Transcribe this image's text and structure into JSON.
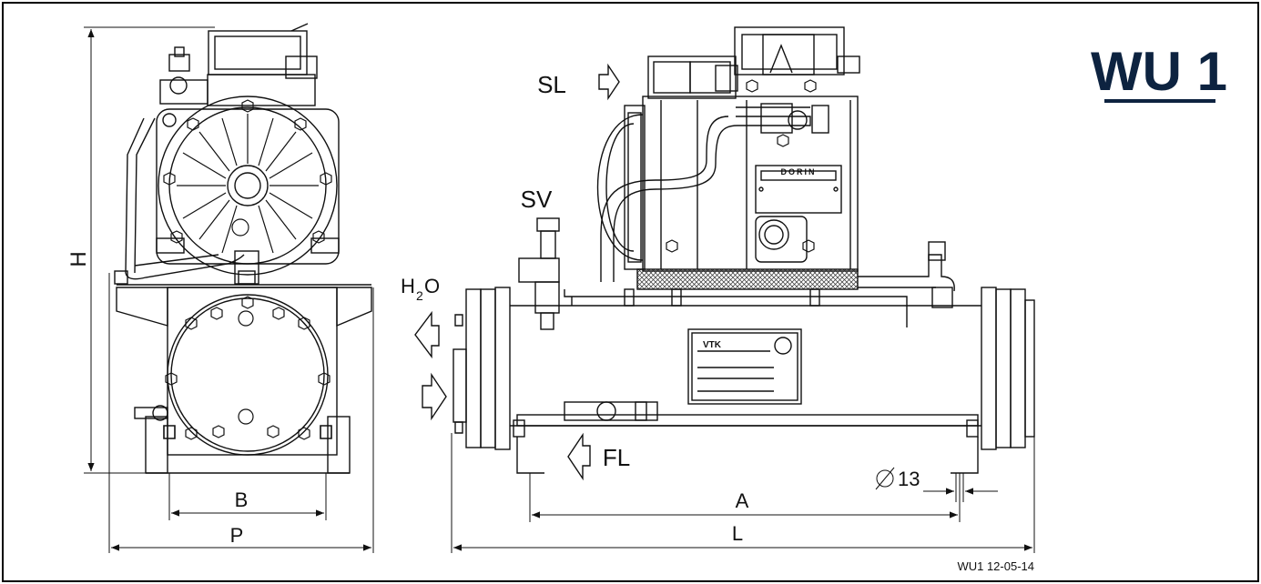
{
  "title": "WU 1",
  "labels": {
    "suction_line": "SL",
    "service_valve": "SV",
    "water": "H",
    "water_sub": "2",
    "water_tail": "O",
    "fluid_line": "FL",
    "height": "H",
    "dim_b": "B",
    "dim_p": "P",
    "dim_a": "A",
    "dim_l": "L",
    "hole_diameter": "13",
    "brand_plate": "DORIN",
    "nameplate_logo": "VTK"
  },
  "footer": {
    "drawing_ref": "WU1 12-05-14"
  }
}
